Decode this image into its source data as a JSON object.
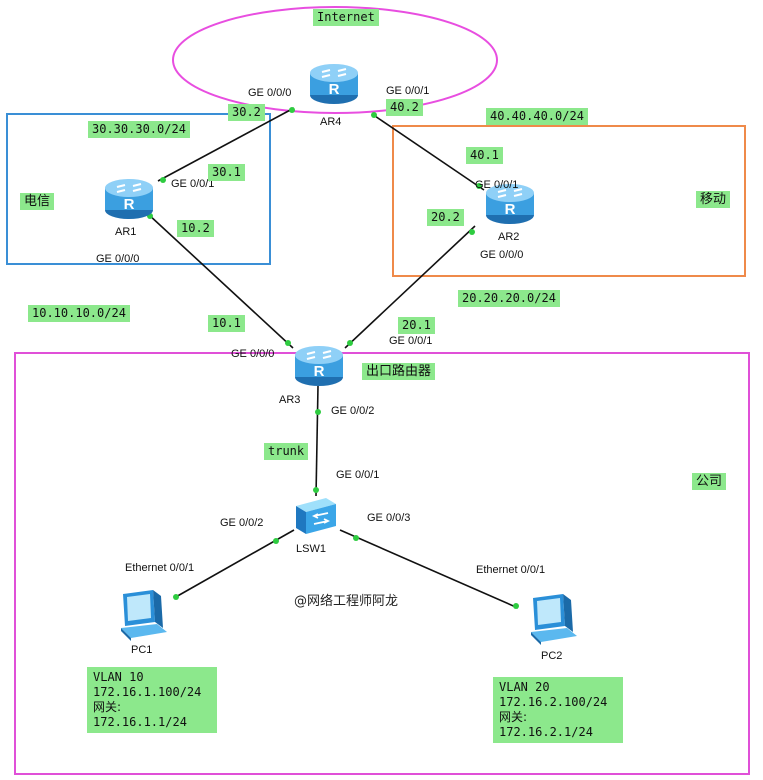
{
  "zones": {
    "internet": "Internet",
    "telecom": "电信",
    "mobile": "移动",
    "company": "公司"
  },
  "devices": {
    "ar4": "AR4",
    "ar1": "AR1",
    "ar2": "AR2",
    "ar3": "AR3",
    "ar3_role": "出口路由器",
    "lsw1": "LSW1",
    "pc1": "PC1",
    "pc2": "PC2"
  },
  "ports": {
    "ar4_ge000": "GE 0/0/0",
    "ar4_ge001": "GE 0/0/1",
    "ar1_ge001": "GE 0/0/1",
    "ar1_ge000": "GE 0/0/0",
    "ar2_ge001": "GE 0/0/1",
    "ar2_ge000": "GE 0/0/0",
    "ar3_ge000": "GE 0/0/0",
    "ar3_ge001": "GE 0/0/1",
    "ar3_ge002": "GE 0/0/2",
    "lsw1_ge001": "GE 0/0/1",
    "lsw1_ge002": "GE 0/0/2",
    "lsw1_ge003": "GE 0/0/3",
    "pc1_eth": "Ethernet 0/0/1",
    "pc2_eth": "Ethernet 0/0/1"
  },
  "networks": {
    "net_30": "30.30.30.0/24",
    "net_40": "40.40.40.0/24",
    "net_10": "10.10.10.0/24",
    "net_20": "20.20.20.0/24"
  },
  "addresses": {
    "ar4_30": "30.2",
    "ar4_40": "40.2",
    "ar1_30": "30.1",
    "ar1_10": "10.2",
    "ar2_40": "40.1",
    "ar2_20": "20.2",
    "ar3_10": "10.1",
    "ar3_20": "20.1"
  },
  "link_labels": {
    "trunk": "trunk"
  },
  "vlan1": {
    "vlan": "VLAN 10",
    "ip": "172.16.1.100/24",
    "gw_label": "网关:",
    "gw": "172.16.1.1/24"
  },
  "vlan2": {
    "vlan": "VLAN 20",
    "ip": "172.16.2.100/24",
    "gw_label": "网关:",
    "gw": "172.16.2.1/24"
  },
  "watermark": "@网络工程师阿龙",
  "colors": {
    "internet_ring": "#e84ee0",
    "telecom_box": "#3a8fd6",
    "mobile_box": "#ef8a4a",
    "company_box": "#e050d8",
    "label_bg": "#8ce88c",
    "router_blue": "#3b9fe0",
    "link": "#111111"
  }
}
